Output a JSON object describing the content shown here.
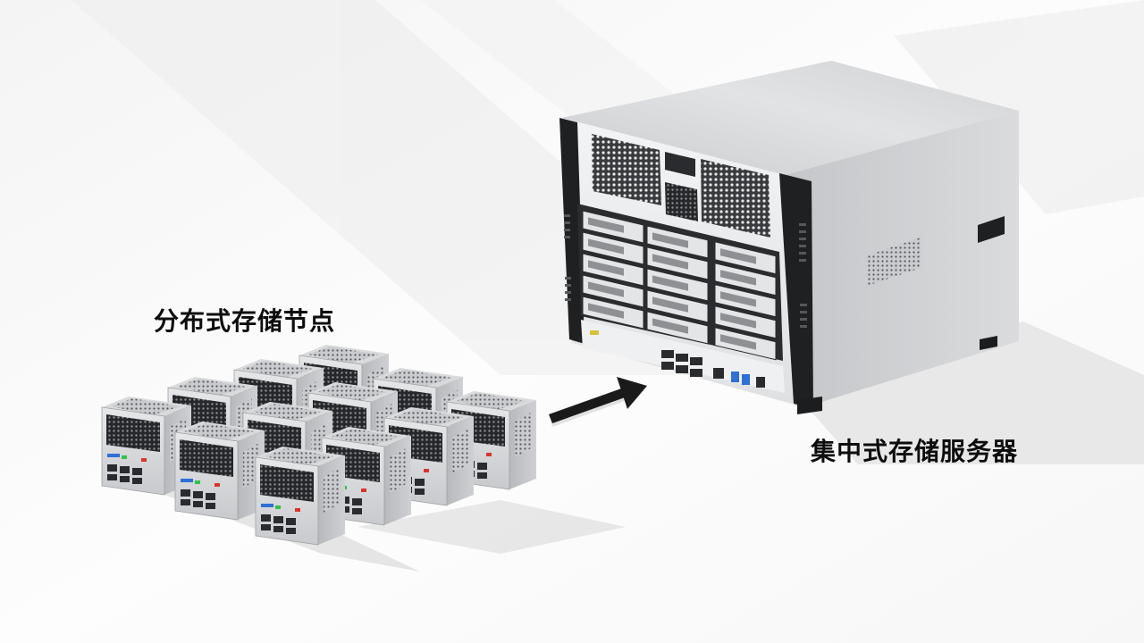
{
  "labels": {
    "distributed_nodes": "分布式存储节点",
    "centralized_server": "集中式存储服务器"
  },
  "illustration": {
    "distributed_node_count": 12,
    "server_drive_bays": 15,
    "arrow_direction": "nodes-to-server"
  },
  "colors": {
    "background": "#fbfbfb",
    "chassis_silver": "#d6d8da",
    "chassis_dark": "#1c1d1f",
    "arrow": "#1a1a1a",
    "port_blue": "#2f6fd6",
    "led_green": "#33c24a",
    "led_red": "#d8342c",
    "text": "#0d0d0d"
  }
}
